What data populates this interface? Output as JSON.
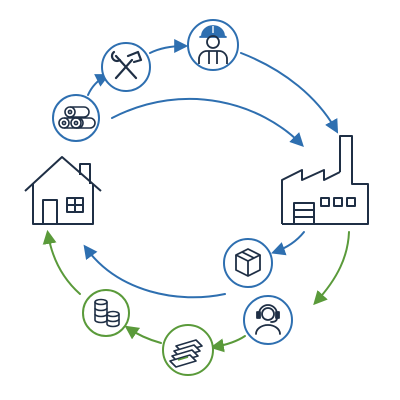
{
  "diagram": {
    "type": "circular-flow",
    "colors": {
      "blue": "#2e6fb0",
      "green": "#5a9a3a",
      "navy": "#1f2f45",
      "white": "#ffffff"
    },
    "nodes": [
      {
        "id": "home",
        "icon": "house-icon"
      },
      {
        "id": "factory",
        "icon": "factory-icon"
      },
      {
        "id": "raw-materials",
        "icon": "logs-icon",
        "ring": "blue"
      },
      {
        "id": "tools",
        "icon": "wrench-hammer-icon",
        "ring": "blue"
      },
      {
        "id": "worker",
        "icon": "construction-worker-icon",
        "ring": "blue"
      },
      {
        "id": "goods",
        "icon": "package-box-icon",
        "ring": "blue"
      },
      {
        "id": "service",
        "icon": "customer-service-headset-icon",
        "ring": "blue"
      },
      {
        "id": "payment",
        "icon": "cash-stack-icon",
        "ring": "green"
      },
      {
        "id": "savings",
        "icon": "coin-stacks-icon",
        "ring": "green"
      }
    ],
    "flows": [
      {
        "from": "raw-materials",
        "to": "tools",
        "color": "blue"
      },
      {
        "from": "tools",
        "to": "worker",
        "color": "blue"
      },
      {
        "from": "worker",
        "to": "factory",
        "color": "blue"
      },
      {
        "from": "raw-materials",
        "to": "factory",
        "color": "blue"
      },
      {
        "from": "factory",
        "to": "goods",
        "color": "blue"
      },
      {
        "from": "goods",
        "to": "home",
        "color": "blue"
      },
      {
        "from": "factory",
        "to": "service",
        "color": "green"
      },
      {
        "from": "service",
        "to": "payment",
        "color": "green"
      },
      {
        "from": "payment",
        "to": "savings",
        "color": "green"
      },
      {
        "from": "savings",
        "to": "home",
        "color": "green"
      }
    ]
  }
}
